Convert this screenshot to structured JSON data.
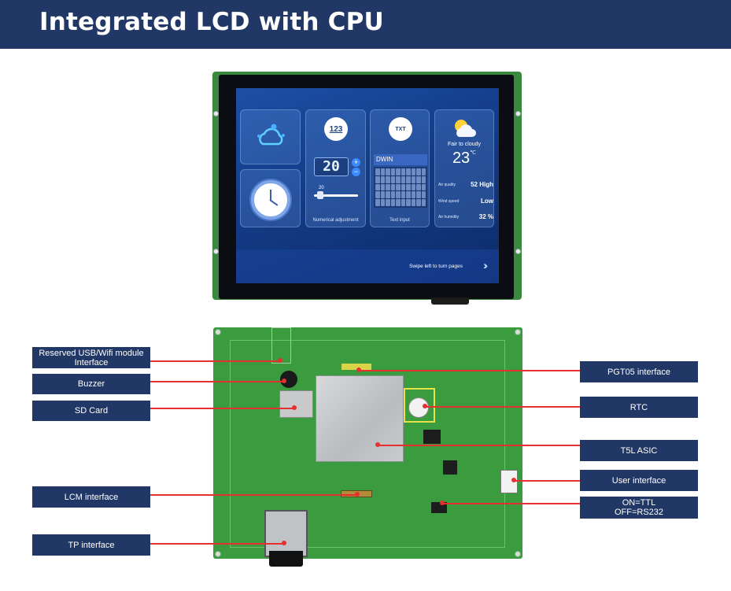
{
  "header": {
    "title": "Integrated LCD with CPU"
  },
  "screen": {
    "number_badge": "123",
    "number_value": "20",
    "plus": "+",
    "minus": "−",
    "slider_value": "20",
    "numerical_caption": "Numerical adjustment",
    "text_badge": "TXT",
    "text_input_value": "DWIN",
    "text_caption": "Text input",
    "weather_condition": "Fair to cloudy",
    "temperature": "23",
    "temperature_unit": "℃",
    "air_quality_label": "Air quality",
    "air_quality_value": "52 High",
    "wind_speed_label": "Wind speed",
    "wind_speed_value": "Low",
    "air_humidity_label": "Air humidity",
    "air_humidity_value": "32 %",
    "swipe_hint": "Swipe left to turn pages",
    "swipe_arrows": "›››"
  },
  "callouts": {
    "left": {
      "usb_wifi": "Reserved USB/Wifi module Interface",
      "buzzer": "Buzzer",
      "sd_card": "SD Card",
      "lcm": "LCM interface",
      "tp": "TP interface"
    },
    "right": {
      "pgt05": "PGT05 interface",
      "rtc": "RTC",
      "t5l": "T5L ASIC",
      "user_interface": "User interface",
      "on_off_line1": "ON=TTL",
      "on_off_line2": "OFF=RS232"
    }
  },
  "colors": {
    "header_bg": "#213765",
    "callout_bg": "#213765",
    "leader_line": "#e63030",
    "pcb_green": "#3a9c3f"
  }
}
